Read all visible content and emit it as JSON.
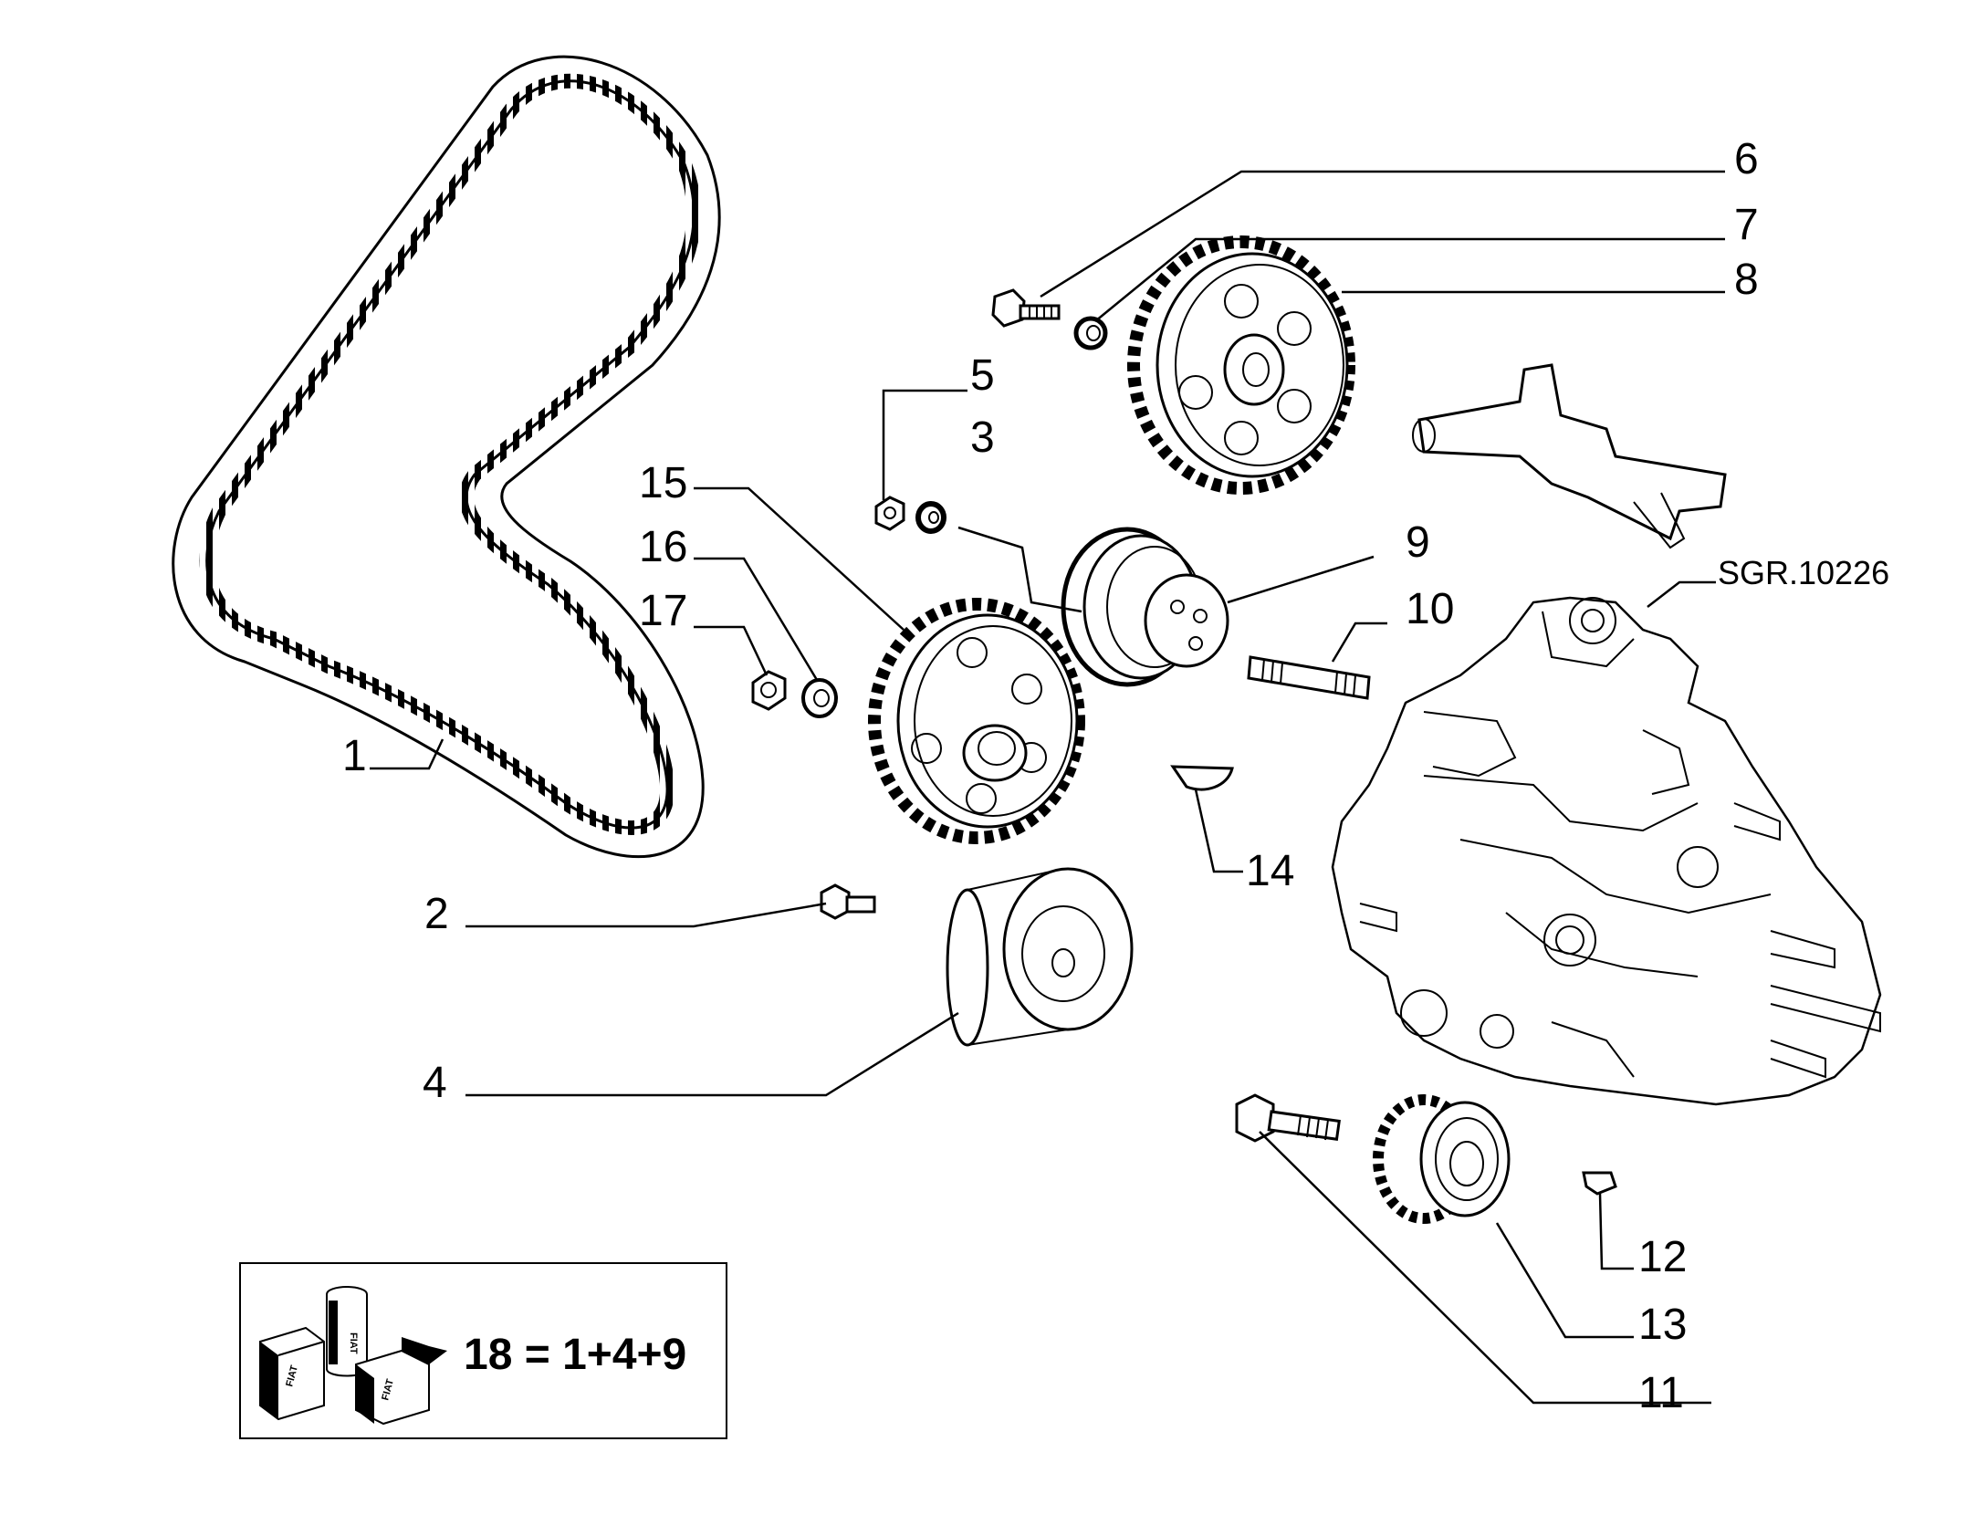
{
  "diagram": {
    "reference_code": "SGR.10226",
    "kit_formula": "18 = 1+4+9",
    "kit_icon_brand": "FIAT",
    "callouts": [
      {
        "id": "1",
        "label": "1"
      },
      {
        "id": "2",
        "label": "2"
      },
      {
        "id": "3",
        "label": "3"
      },
      {
        "id": "4",
        "label": "4"
      },
      {
        "id": "5",
        "label": "5"
      },
      {
        "id": "6",
        "label": "6"
      },
      {
        "id": "7",
        "label": "7"
      },
      {
        "id": "8",
        "label": "8"
      },
      {
        "id": "9",
        "label": "9"
      },
      {
        "id": "10",
        "label": "10"
      },
      {
        "id": "11",
        "label": "11"
      },
      {
        "id": "12",
        "label": "12"
      },
      {
        "id": "13",
        "label": "13"
      },
      {
        "id": "14",
        "label": "14"
      },
      {
        "id": "15",
        "label": "15"
      },
      {
        "id": "16",
        "label": "16"
      },
      {
        "id": "17",
        "label": "17"
      }
    ]
  }
}
